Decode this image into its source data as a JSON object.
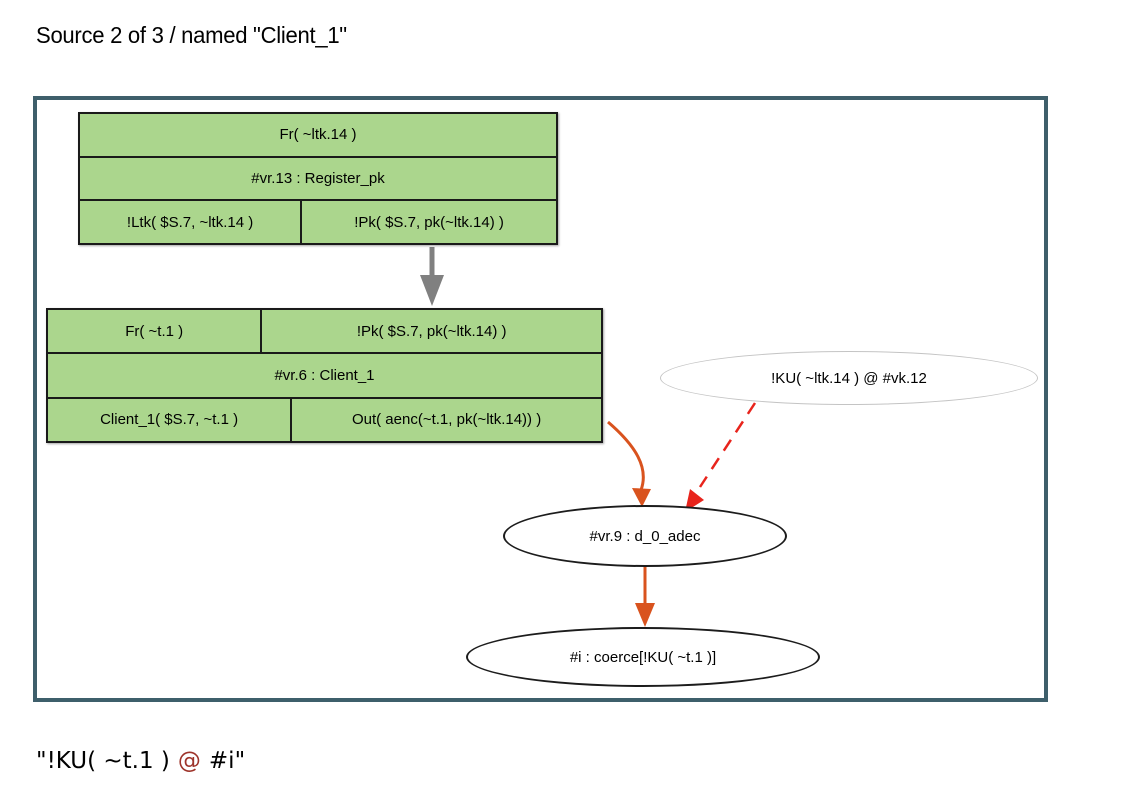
{
  "page": {
    "title": "Source 2 of 3 / named \"Client_1\""
  },
  "graph": {
    "node_register_pk": {
      "premise": "Fr( ~ltk.14 )",
      "rule": "#vr.13 : Register_pk",
      "conclusion_left": "!Ltk( $S.7, ~ltk.14 )",
      "conclusion_right": "!Pk( $S.7, pk(~ltk.14) )"
    },
    "node_client_1": {
      "premise_left": "Fr( ~t.1 )",
      "premise_right": "!Pk( $S.7, pk(~ltk.14) )",
      "rule": "#vr.6 : Client_1",
      "conclusion_left": "Client_1( $S.7, ~t.1 )",
      "conclusion_right": "Out( aenc(~t.1, pk(~ltk.14)) )"
    },
    "node_ku_ltk": {
      "label": "!KU( ~ltk.14 ) @ #vk.12"
    },
    "node_d0_adec": {
      "label": "#vr.9 : d_0_adec"
    },
    "node_coerce": {
      "label": "#i : coerce[!KU( ~t.1 )]"
    }
  },
  "footer": {
    "formula_open": "\"!KU( ~t.1 )",
    "formula_at": "@",
    "formula_close": "#i\""
  },
  "colors": {
    "node_fill": "#abd68d",
    "node_border": "#1a1a1a",
    "frame_border": "#3e5f6b",
    "gray_edge": "#808080",
    "orange_edge": "#d9531e",
    "red_edge": "#e8241c",
    "gray_ellipse_border": "#c4c4c4",
    "at_color": "#9e342b"
  }
}
